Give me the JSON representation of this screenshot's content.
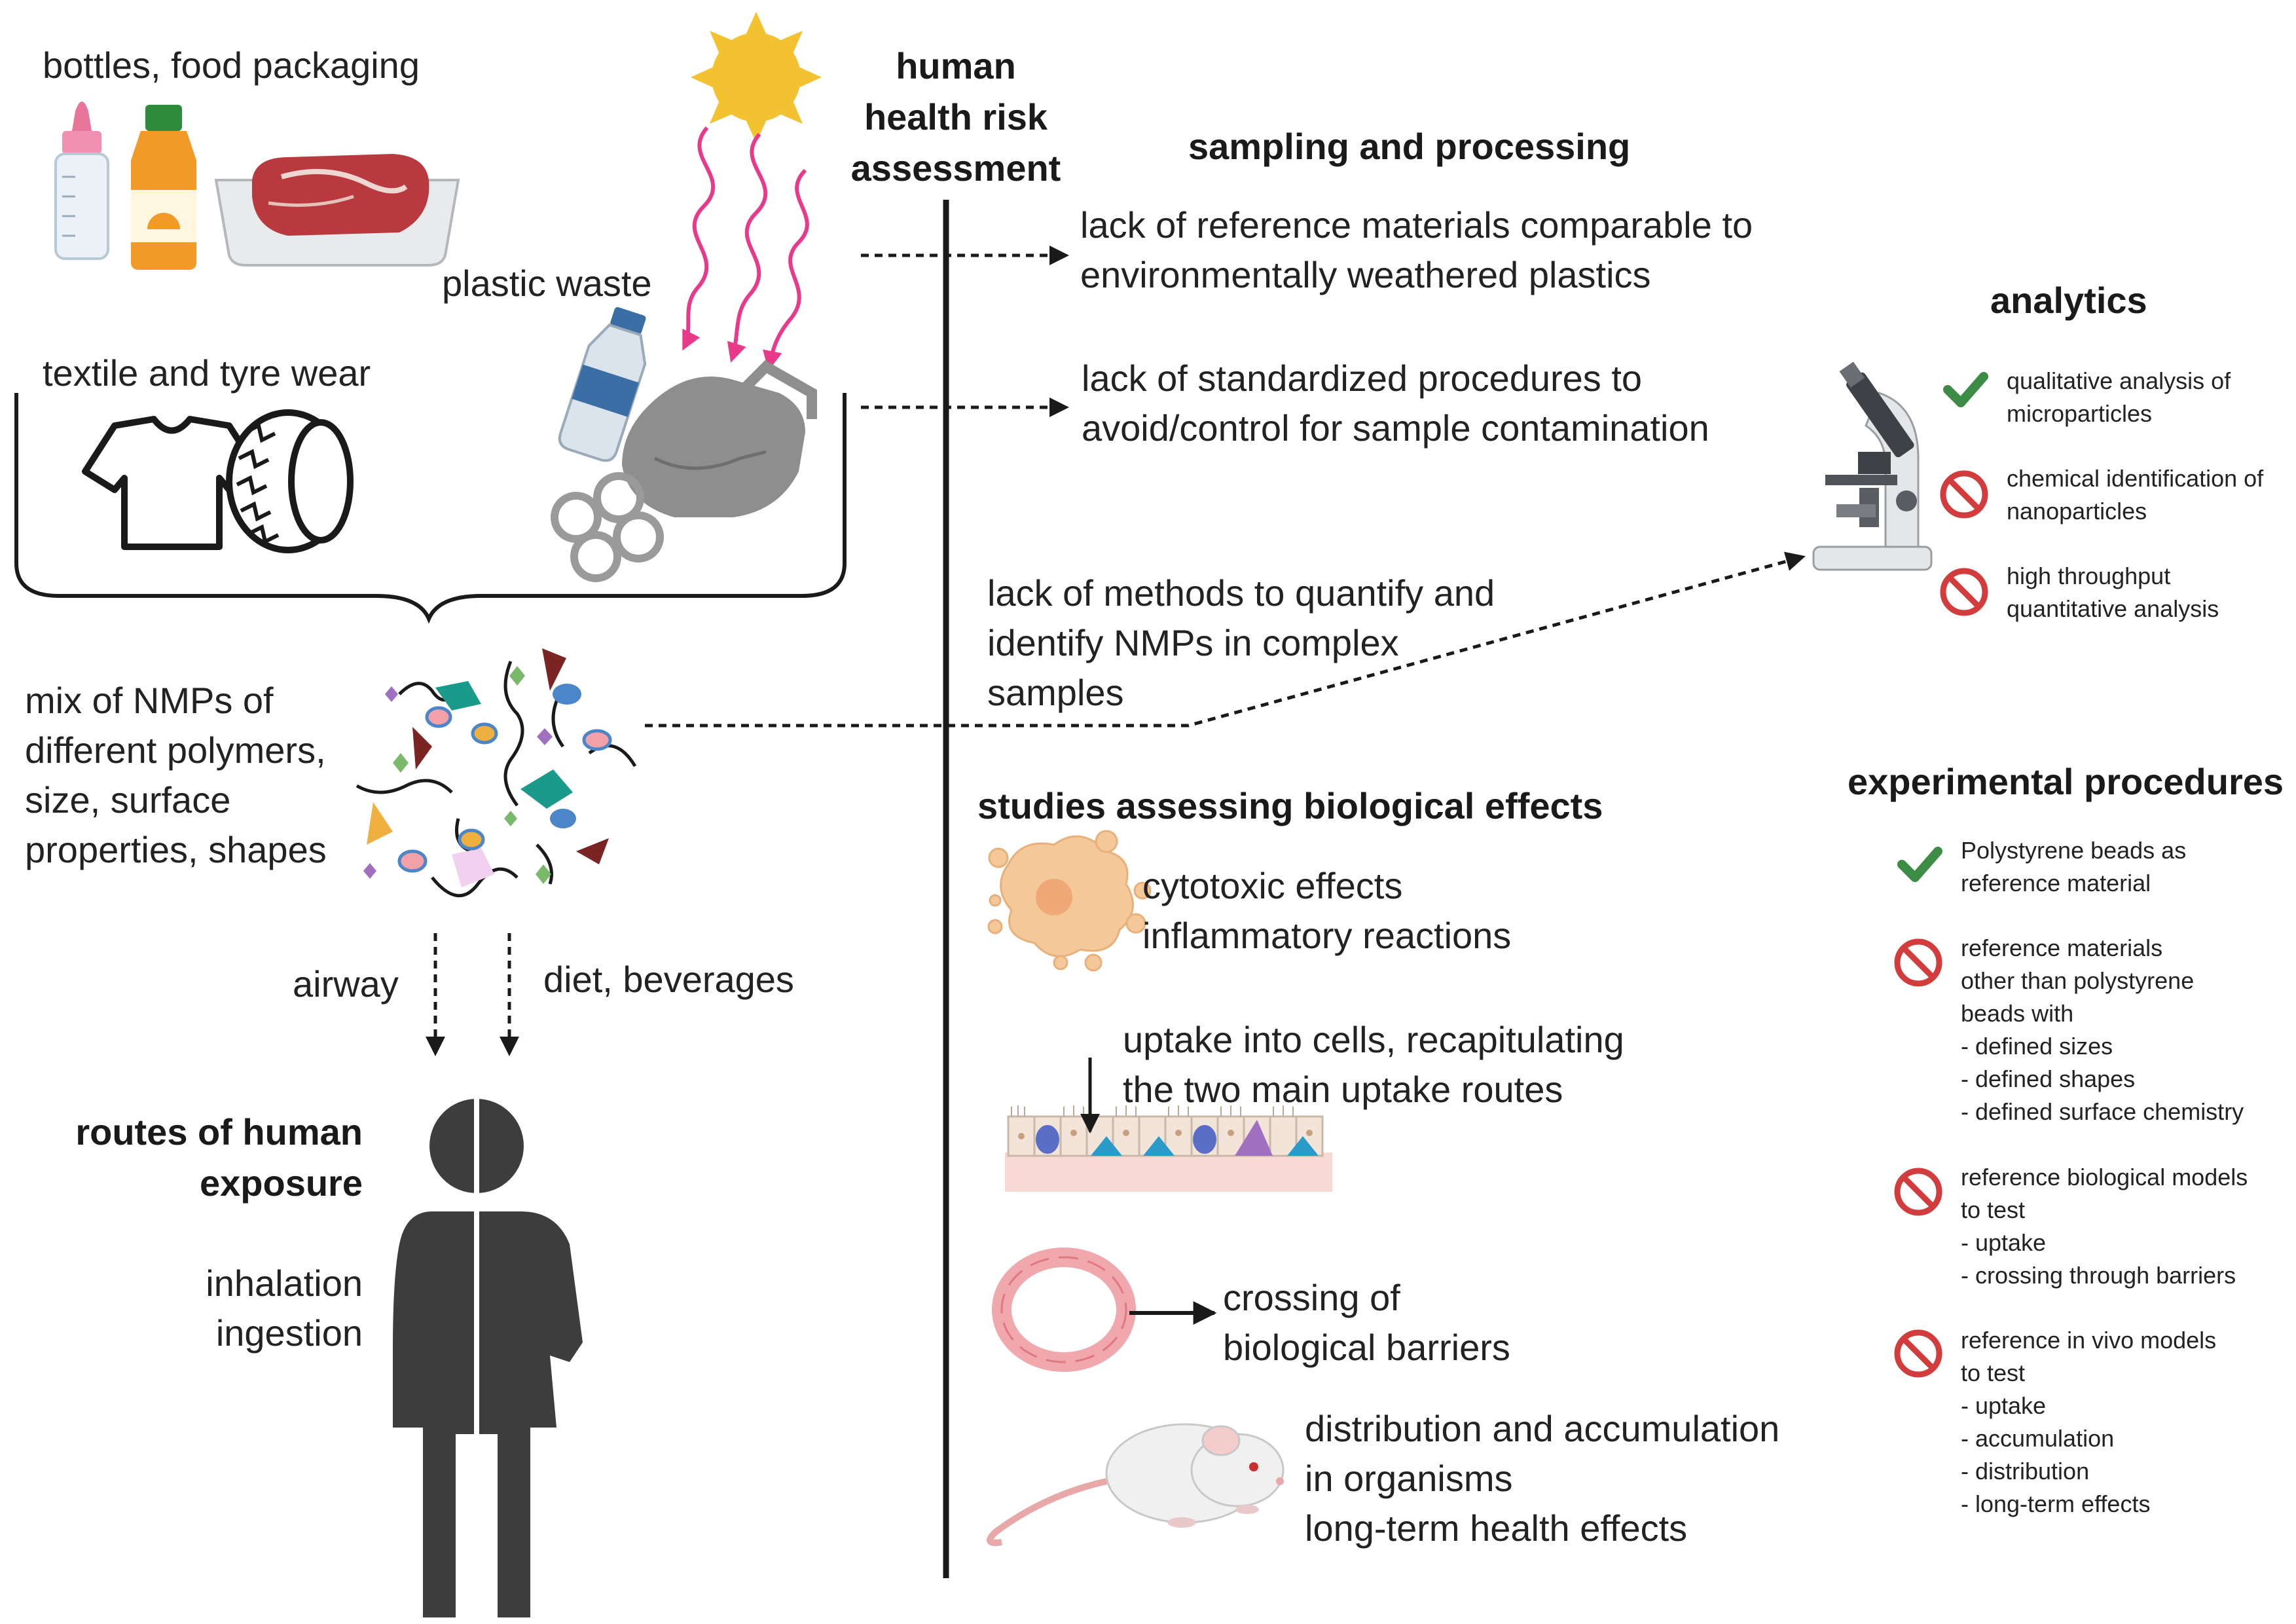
{
  "sources": {
    "bottles_label": "bottles, food packaging",
    "waste_label": "plastic waste",
    "textile_label": "textile and tyre wear"
  },
  "mix": {
    "lines": [
      "mix of NMPs of",
      "different polymers,",
      "size, surface",
      "properties, shapes"
    ]
  },
  "routes": {
    "airway_label": "airway",
    "diet_label": "diet, beverages",
    "title_lines": [
      "routes of human",
      "exposure"
    ],
    "inhalation": "inhalation",
    "ingestion": "ingestion"
  },
  "risk": {
    "title_lines": [
      "human",
      "health risk",
      "assessment"
    ]
  },
  "sampling": {
    "title": "sampling and processing",
    "items": [
      [
        "lack of reference materials comparable to",
        "environmentally weathered plastics"
      ],
      [
        "lack of standardized procedures to",
        "avoid/control for sample contamination"
      ]
    ],
    "methods_lines": [
      "lack of methods to quantify and",
      "identify NMPs in complex",
      "samples"
    ]
  },
  "analytics": {
    "title": "analytics",
    "items": [
      {
        "status": "check",
        "lines": [
          "qualitative analysis of",
          "microparticles"
        ]
      },
      {
        "status": "prohibited",
        "lines": [
          "chemical identification of",
          "nanoparticles"
        ]
      },
      {
        "status": "prohibited",
        "lines": [
          "high throughput",
          "quantitative analysis"
        ]
      }
    ]
  },
  "studies": {
    "title": "studies assessing biological effects",
    "cytotoxic_lines": [
      "cytotoxic effects",
      "inflammatory reactions"
    ],
    "uptake_lines": [
      "uptake into cells, recapitulating",
      "the two main uptake routes"
    ],
    "crossing_lines": [
      "crossing of",
      "biological barriers"
    ],
    "distribution_lines": [
      "distribution and accumulation",
      "in organisms",
      "long-term health effects"
    ]
  },
  "experimental": {
    "title": "experimental procedures",
    "items": [
      {
        "status": "check",
        "lines": [
          "Polystyrene beads as",
          "reference material"
        ]
      },
      {
        "status": "prohibited",
        "lines": [
          "reference materials",
          "other than polystyrene",
          "beads with",
          "- defined sizes",
          "- defined shapes",
          "- defined surface chemistry"
        ]
      },
      {
        "status": "prohibited",
        "lines": [
          "reference biological models",
          "to test",
          "- uptake",
          "- crossing through barriers"
        ]
      },
      {
        "status": "prohibited",
        "lines": [
          "reference in vivo models",
          "to test",
          "- uptake",
          "- accumulation",
          "- distribution",
          "- long-term effects"
        ]
      }
    ]
  },
  "colors": {
    "check": "#3c8c46",
    "prohibited": "#d23c3c",
    "uv_rays": "#e8398a",
    "sun": "#f2c230",
    "figure": "#3d3d3d",
    "line": "#1a1a1a"
  }
}
